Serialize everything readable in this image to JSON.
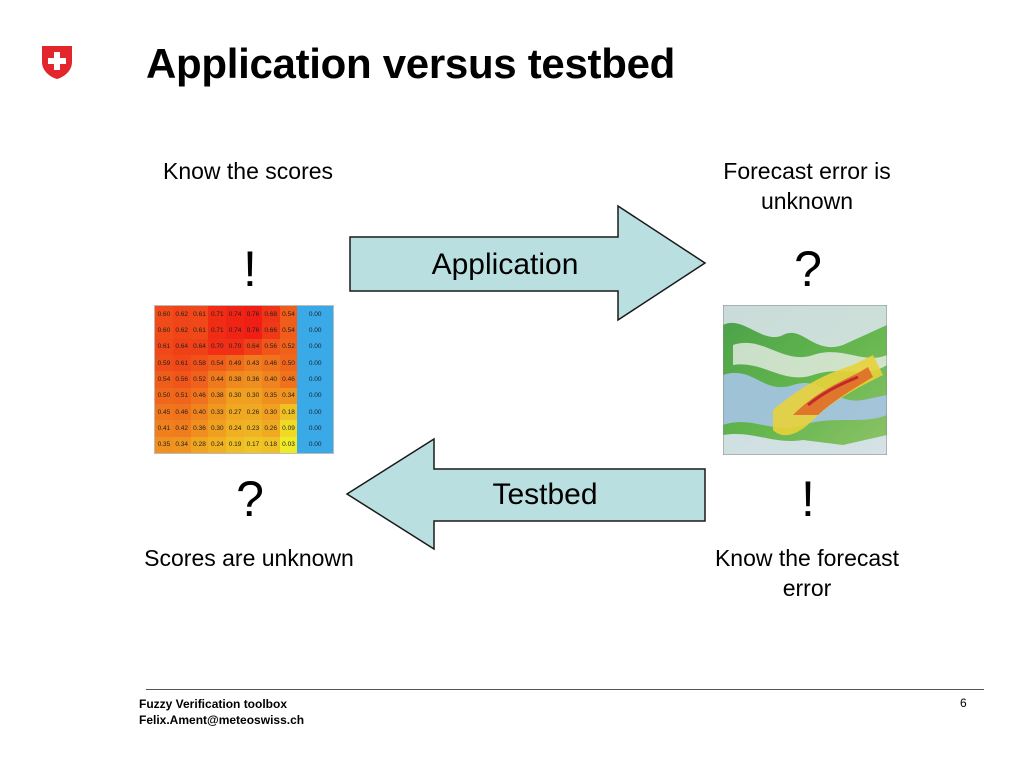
{
  "slide": {
    "title": "Application versus testbed",
    "left_top_label": "Know the scores",
    "right_top_label": "Forecast error is unknown",
    "left_top_mark": "!",
    "right_top_mark": "?",
    "left_bottom_mark": "?",
    "right_bottom_mark": "!",
    "left_bottom_label": "Scores are unknown",
    "right_bottom_label": "Know the forecast error",
    "arrow_right_label": "Application",
    "arrow_left_label": "Testbed"
  },
  "score_table": {
    "rows": [
      [
        "0.60",
        "0.62",
        "0.61",
        "0.71",
        "0.74",
        "0.76",
        "0.68",
        "0.54",
        "0.00"
      ],
      [
        "0.60",
        "0.62",
        "0.61",
        "0.71",
        "0.74",
        "0.76",
        "0.66",
        "0.54",
        "0.00"
      ],
      [
        "0.61",
        "0.64",
        "0.64",
        "0.70",
        "0.70",
        "0.64",
        "0.56",
        "0.52",
        "0.00"
      ],
      [
        "0.59",
        "0.61",
        "0.58",
        "0.54",
        "0.49",
        "0.43",
        "0.46",
        "0.50",
        "0.00"
      ],
      [
        "0.54",
        "0.56",
        "0.52",
        "0.44",
        "0.38",
        "0.36",
        "0.40",
        "0.46",
        "0.00"
      ],
      [
        "0.50",
        "0.51",
        "0.46",
        "0.38",
        "0.30",
        "0.30",
        "0.35",
        "0.34",
        "0.00"
      ],
      [
        "0.45",
        "0.46",
        "0.40",
        "0.33",
        "0.27",
        "0.26",
        "0.30",
        "0.18",
        "0.00"
      ],
      [
        "0.41",
        "0.42",
        "0.36",
        "0.30",
        "0.24",
        "0.23",
        "0.26",
        "0.09",
        "0.00"
      ],
      [
        "0.35",
        "0.34",
        "0.28",
        "0.24",
        "0.19",
        "0.17",
        "0.18",
        "0.03",
        "0.00"
      ]
    ]
  },
  "colors": {
    "arrow_fill": "#b9dfe0",
    "arrow_stroke": "#1a1a1a",
    "logo_red": "#e3262b",
    "zero_column": "#3aa9e8"
  },
  "icons": {
    "logo": "swiss-cross-icon"
  },
  "footer": {
    "line1": "Fuzzy Verification toolbox",
    "line2": "Felix.Ament@meteoswiss.ch",
    "page_number": "6"
  }
}
